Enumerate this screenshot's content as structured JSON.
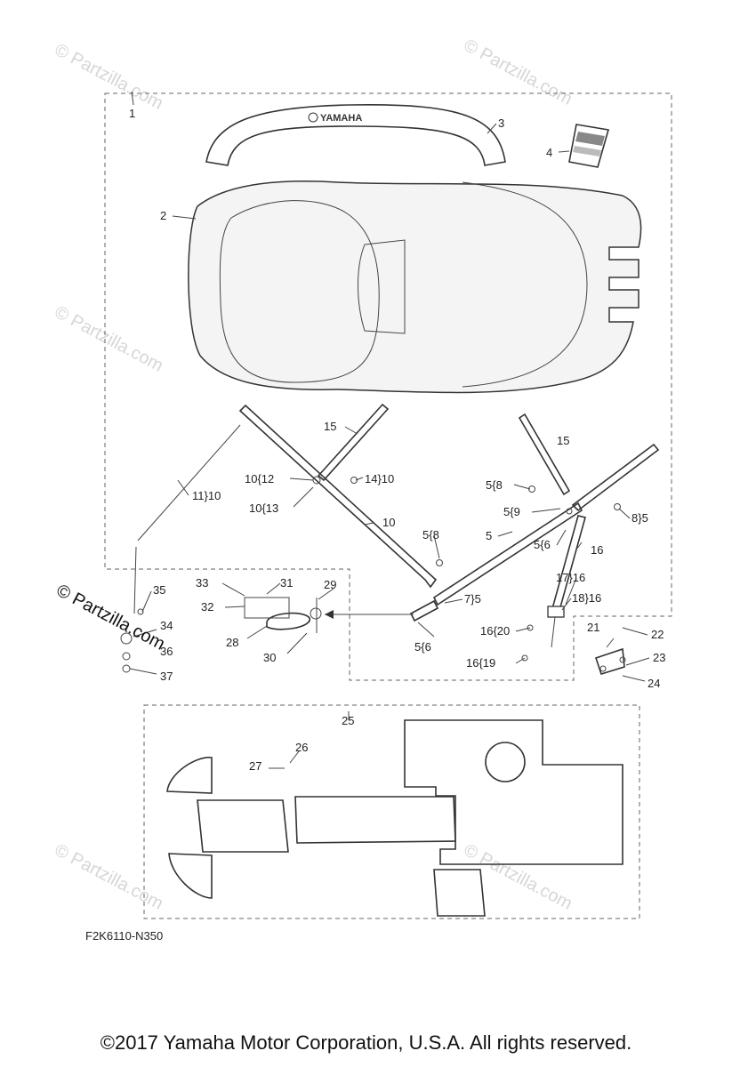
{
  "diagram_code": "F2K6110-N350",
  "copyright": "©2017  Yamaha Motor Corporation, U.S.A. All rights reserved.",
  "brand_logo_text": "YAMAHA",
  "watermark_text": "© Partzilla.com",
  "watermark_faint_text": "© Partzilla.com",
  "callouts": {
    "c1": "1",
    "c2": "2",
    "c3": "3",
    "c4": "4",
    "c15a": "15",
    "c15b": "15",
    "c10_12": "10{12",
    "c10_13": "10{13",
    "c14_10": "14}10",
    "c11_10": "11}10",
    "c10": "10",
    "c5_8a": "5{8",
    "c5_9": "5{9",
    "c8_5": "8}5",
    "c5_6a": "5{6",
    "c16": "16",
    "c5": "5",
    "c5_8b": "5{8",
    "c17_16": "17}16",
    "c18_16": "18}16",
    "c7_5": "7}5",
    "c5_6b": "5{6",
    "c16_20": "16{20",
    "c16_19": "16{19",
    "c21": "21",
    "c22": "22",
    "c23": "23",
    "c24": "24",
    "c33": "33",
    "c31": "31",
    "c29": "29",
    "c32": "32",
    "c28": "28",
    "c30": "30",
    "c35": "35",
    "c34": "34",
    "c36": "36",
    "c37": "37",
    "c25": "25",
    "c26": "26",
    "c27": "27"
  }
}
